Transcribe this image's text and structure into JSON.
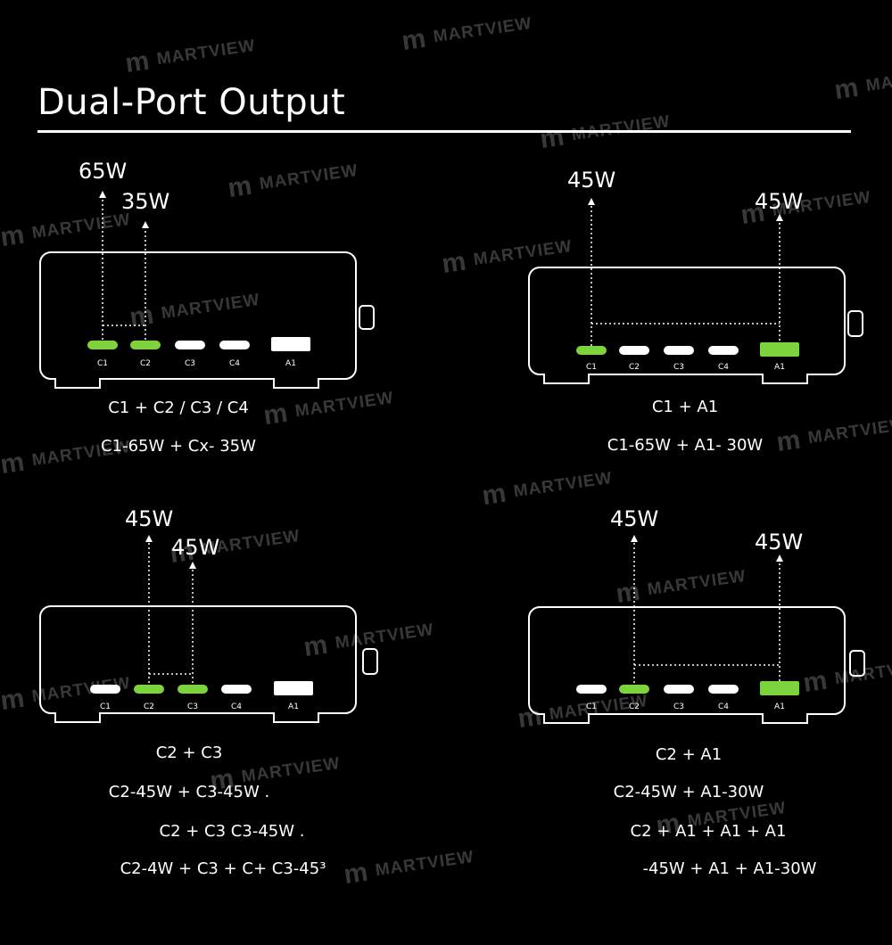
{
  "header": {
    "title": "Dual-Port Output"
  },
  "watermark": {
    "text": "MARTVIEW",
    "logo_glyph": "m"
  },
  "ports": [
    "C1",
    "C2",
    "C3",
    "C4",
    "A1"
  ],
  "colors": {
    "background": "#000000",
    "active_port": "#7dd33b",
    "idle_port": "#ffffff",
    "outline": "#ffffff"
  },
  "panels": [
    {
      "id": "c1-cx",
      "active_ports": [
        "C1",
        "C2"
      ],
      "watts": [
        "65W",
        "35W"
      ],
      "captions": [
        "C1 + C2 / C3 / C4",
        "C1-65W + Cx- 35W"
      ]
    },
    {
      "id": "c1-a1",
      "active_ports": [
        "C1",
        "A1"
      ],
      "watts": [
        "45W",
        "45W"
      ],
      "captions": [
        "C1 + A1",
        "C1-65W + A1- 30W"
      ]
    },
    {
      "id": "c2-c3",
      "active_ports": [
        "C2",
        "C3"
      ],
      "watts": [
        "45W",
        "45W"
      ],
      "captions": [
        "C2 + C3",
        "C2-45W + C3-45W .",
        "C2 + C3  C3-45W .",
        "C2-4W + C3 + C+ C3-45³"
      ]
    },
    {
      "id": "c2-a1",
      "active_ports": [
        "C2",
        "A1"
      ],
      "watts": [
        "45W",
        "45W"
      ],
      "captions": [
        "C2 + A1",
        "C2-45W + A1-30W",
        "C2 + A1    + A1 + A1",
        "-45W + A1 + A1-30W"
      ]
    }
  ]
}
